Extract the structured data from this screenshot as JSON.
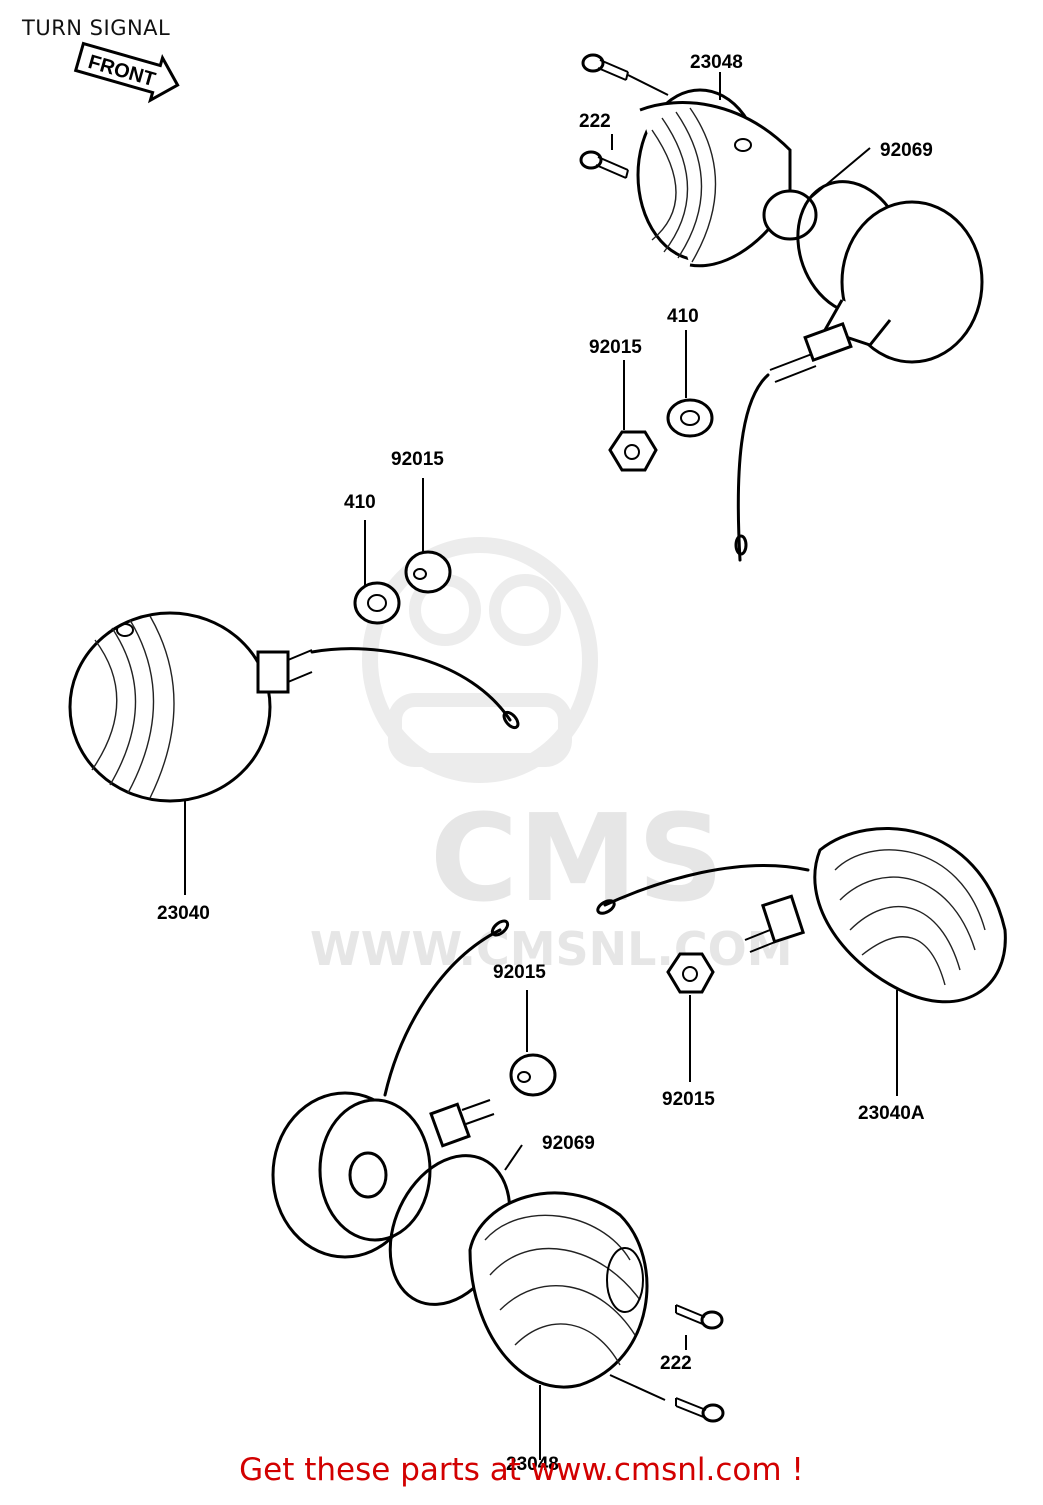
{
  "header": {
    "title": "TURN SIGNAL"
  },
  "front_arrow": {
    "label": "FRONT"
  },
  "watermark": {
    "brand": "CMS",
    "url": "WWW.CMSNL.COM"
  },
  "part_labels": {
    "p23048_top": "23048",
    "p222_top": "222",
    "p92069_top": "92069",
    "p410_right": "410",
    "p92015_right": "92015",
    "p92015_left": "92015",
    "p410_left": "410",
    "p23040": "23040",
    "p92015_center": "92015",
    "p92015_lower": "92015",
    "p23040a": "23040A",
    "p92069_bottom": "92069",
    "p222_bottom": "222",
    "p23048_bottom": "23048"
  },
  "footer": {
    "promo": "Get these parts at www.cmsnl.com !"
  }
}
